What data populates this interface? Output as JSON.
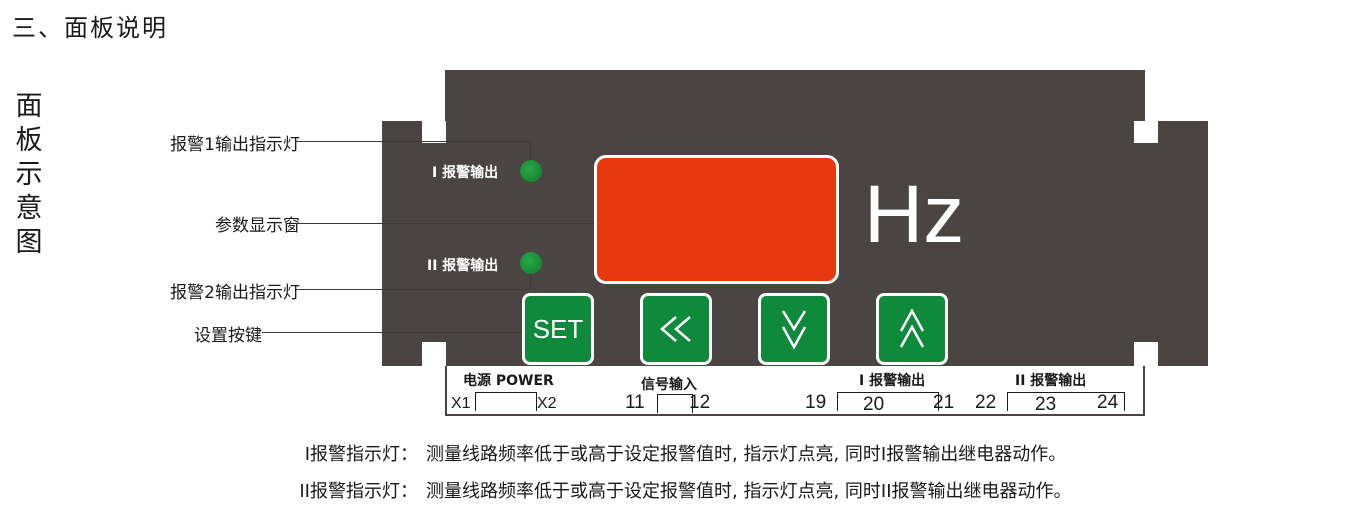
{
  "section_title": "三、面板说明",
  "side_title": "面板示意图",
  "callouts": {
    "alarm1_led": "报警1输出指示灯",
    "display_window": "参数显示窗",
    "alarm2_led": "报警2输出指示灯",
    "set_keys": "设置按键"
  },
  "panel": {
    "alarm1_label": "I 报警输出",
    "alarm2_label": "II 报警输出",
    "unit": "Hz",
    "keys": {
      "set": "SET"
    }
  },
  "terminals": {
    "power_head": "电源 POWER",
    "x1": "X1",
    "x2": "X2",
    "signal_head": "信号输入",
    "t11": "11",
    "t12": "12",
    "alarm1_head": "I 报警输出",
    "t19": "19",
    "t20": "20",
    "t21": "21",
    "t22": "22",
    "alarm2_head": "II 报警输出",
    "t23": "23",
    "t24": "24"
  },
  "descriptions": [
    {
      "term": "I报警指示灯：",
      "text": "测量线路频率低于或高于设定报警值时, 指示灯点亮, 同时I报警输出继电器动作。"
    },
    {
      "term": "II报警指示灯：",
      "text": "测量线路频率低于或高于设定报警值时, 指示灯点亮, 同时II报警输出继电器动作。"
    }
  ],
  "colors": {
    "housing": "#4a4543",
    "display": "#e8380d",
    "key": "#0f8a3c",
    "led": "#1a8f3a"
  }
}
